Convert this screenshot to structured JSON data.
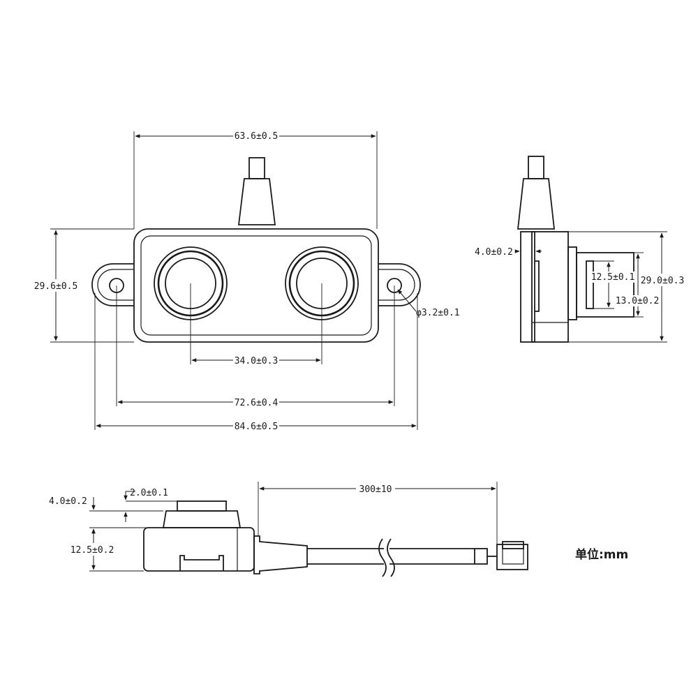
{
  "front_view": {
    "width_body": "63.6±0.5",
    "height_body": "29.6±0.5",
    "hole_diameter": "φ3.2±0.1",
    "transducer_spacing": "34.0±0.3",
    "mounting_hole_spacing": "72.6±0.4",
    "overall_width": "84.6±0.5"
  },
  "side_view": {
    "flange_thickness": "4.0±0.2",
    "transducer_depth": "12.5±0.1",
    "body_depth": "29.0±0.3",
    "flange_depth": "13.0±0.2"
  },
  "bottom_view": {
    "top_thickness": "4.0±0.2",
    "step": "2.0±0.1",
    "body_height": "12.5±0.2",
    "cable_length": "300±10"
  },
  "unit_label": "单位:mm"
}
